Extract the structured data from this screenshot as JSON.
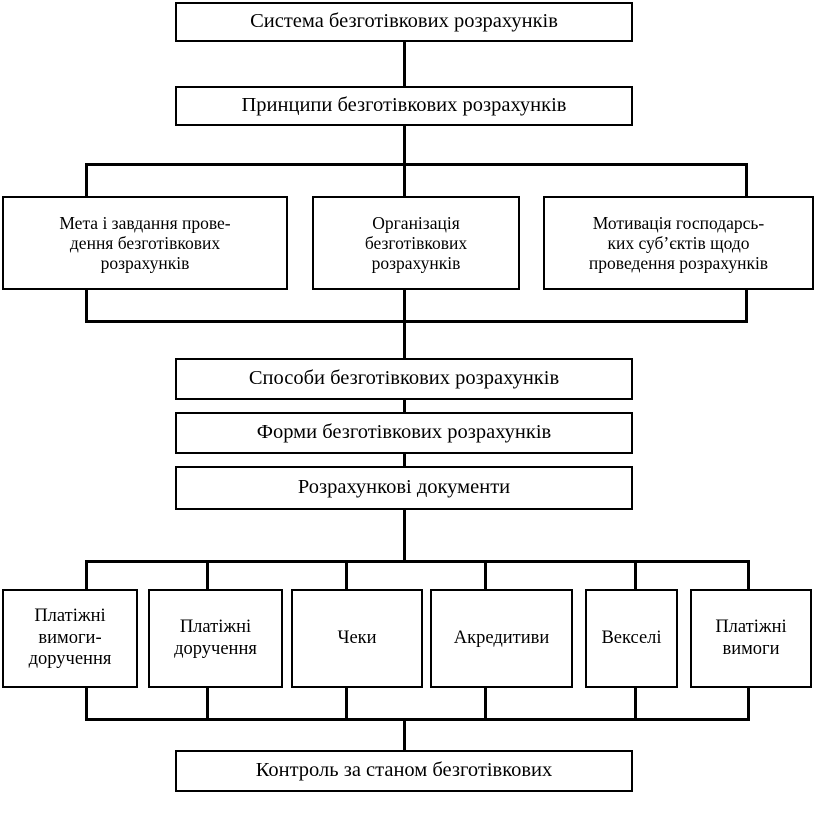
{
  "diagram": {
    "title": "Система безготівкових розрахунків",
    "type": "flowchart",
    "language": "uk",
    "colors": {
      "stroke": "#000000",
      "fill": "#ffffff",
      "text": "#000000"
    },
    "nodes": {
      "root": "Система безготівкових розрахунків",
      "principles": "Принципи безготівкових розрахунків",
      "branch_goal": "Мета і завдання прове-\nдення безготівкових\nрозрахунків",
      "branch_organization": "Організація\nбезготівкових\nрозрахунків",
      "branch_motivation": "Мотивація господарсь-\nких суб’єктів щодо\nпроведення розрахунків",
      "methods": "Способи безготівкових розрахунків",
      "forms": "Форми безготівкових розрахунків",
      "documents": "Розрахункові документи",
      "doc_1": "Платіжні\nвимоги-\nдоручення",
      "doc_2": "Платіжні\nдоручення",
      "doc_3": "Чеки",
      "doc_4": "Акредитиви",
      "doc_5": "Векселі",
      "doc_6": "Платіжні\nвимоги",
      "control": "Контроль за станом безготівкових"
    }
  }
}
